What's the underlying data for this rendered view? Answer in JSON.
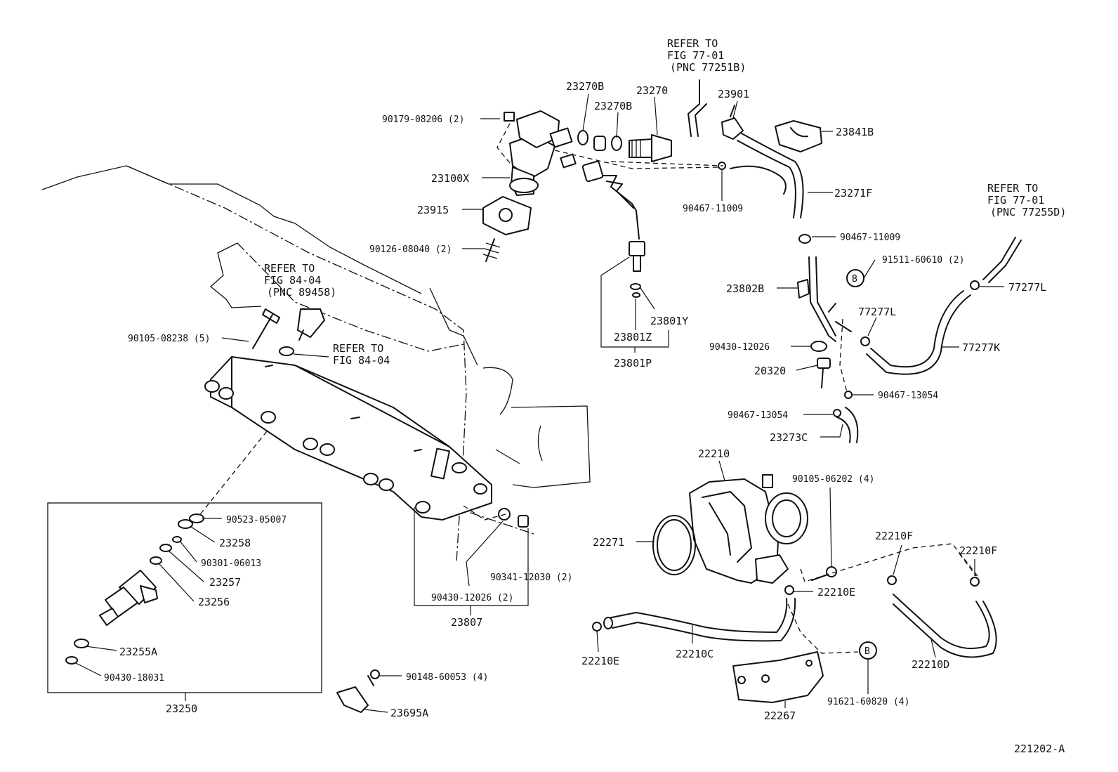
{
  "diagram_id": "221202-A",
  "refer_notes": {
    "top_center": [
      "REFER TO",
      "FIG 77-01",
      "(PNC 77251B)"
    ],
    "right": [
      "REFER TO",
      "FIG 77-01",
      "(PNC 77255D)"
    ],
    "sensor": [
      "REFER TO",
      "FIG 84-04",
      "(PNC 89458)"
    ],
    "rail": [
      "REFER TO",
      "FIG 84-04"
    ]
  },
  "callouts": {
    "c23270B_a": "23270B",
    "c23270": "23270",
    "c23270B_b": "23270B",
    "c23901": "23901",
    "c23841B": "23841B",
    "c90179": "90179-08206 (2)",
    "c23100X": "23100X",
    "c23915": "23915",
    "c90126": "90126-08040 (2)",
    "c90467_11009_a": "90467-11009",
    "c23271F": "23271F",
    "c90467_11009_b": "90467-11009",
    "c91511": "91511-60610 (2)",
    "c77277L_a": "77277L",
    "c23802B": "23802B",
    "c77277L_b": "77277L",
    "c23801Y": "23801Y",
    "c23801Z": "23801Z",
    "c23801P": "23801P",
    "c90430_12026_a": "90430-12026",
    "c77277K": "77277K",
    "c20320": "20320",
    "c90467_13054_a": "90467-13054",
    "c90467_13054_b": "90467-13054",
    "c23273C": "23273C",
    "c90105_08238": "90105-08238 (5)",
    "c22210": "22210",
    "c90105_06202": "90105-06202 (4)",
    "c90523": "90523-05007",
    "c23258": "23258",
    "c90301": "90301-06013",
    "c23257": "23257",
    "c23256": "23256",
    "c22271": "22271",
    "c22210F_a": "22210F",
    "c22210F_b": "22210F",
    "c90341": "90341-12030 (2)",
    "c90430_12026_b": "90430-12026 (2)",
    "c22210E_a": "22210E",
    "c23807": "23807",
    "c23255A": "23255A",
    "c22210E_b": "22210E",
    "c22210C": "22210C",
    "c22210D": "22210D",
    "c90430_18031": "90430-18031",
    "c90148": "90148-60053 (4)",
    "c91621": "91621-60820 (4)",
    "c23250": "23250",
    "c23695A": "23695A",
    "c22267": "22267"
  },
  "markers": {
    "b1": "B",
    "b2": "B"
  }
}
